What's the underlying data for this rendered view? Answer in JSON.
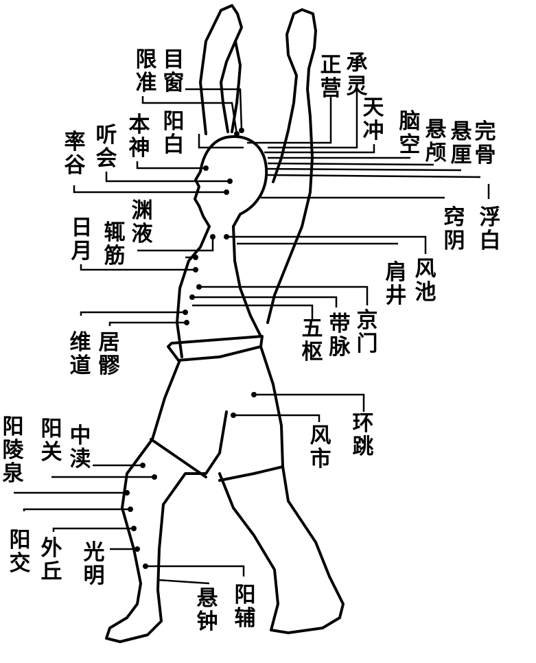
{
  "figure": {
    "ink_color": "#000000",
    "paper_color": "#ffffff"
  },
  "acupoints": [
    {
      "id": "mu-chuang",
      "text": "目窗"
    },
    {
      "id": "xian-zhun",
      "text": "限准"
    },
    {
      "id": "cheng-ling",
      "text": "承灵"
    },
    {
      "id": "zheng-ying",
      "text": "正营"
    },
    {
      "id": "yang-bai",
      "text": "阳白"
    },
    {
      "id": "ben-shen",
      "text": "本神"
    },
    {
      "id": "tian-chong",
      "text": "天冲"
    },
    {
      "id": "nao-kong",
      "text": "脑空"
    },
    {
      "id": "xuan-lu",
      "text": "悬颅"
    },
    {
      "id": "xuan-li",
      "text": "悬厘"
    },
    {
      "id": "wan-gu",
      "text": "完骨"
    },
    {
      "id": "ting-hui",
      "text": "听会"
    },
    {
      "id": "shuai-gu",
      "text": "率谷"
    },
    {
      "id": "yuan-ye",
      "text": "渊液"
    },
    {
      "id": "qiao-yin",
      "text": "窍阴"
    },
    {
      "id": "fu-bai",
      "text": "浮白"
    },
    {
      "id": "ri-yue",
      "text": "日月"
    },
    {
      "id": "zhe-jin",
      "text": "辄筋"
    },
    {
      "id": "jian-jing",
      "text": "肩井"
    },
    {
      "id": "feng-chi",
      "text": "风池"
    },
    {
      "id": "wu-shu",
      "text": "五枢"
    },
    {
      "id": "dai-mai",
      "text": "带脉"
    },
    {
      "id": "jing-men",
      "text": "京门"
    },
    {
      "id": "wei-dao",
      "text": "维道"
    },
    {
      "id": "ju-liao",
      "text": "居髎"
    },
    {
      "id": "huan-tiao",
      "text": "环跳"
    },
    {
      "id": "feng-shi",
      "text": "风市"
    },
    {
      "id": "yang-ling-quan",
      "text": "阳陵泉"
    },
    {
      "id": "yang-guan",
      "text": "阳关"
    },
    {
      "id": "zhong-du",
      "text": "中渎"
    },
    {
      "id": "yang-jiao",
      "text": "阳交"
    },
    {
      "id": "wai-qiu",
      "text": "外丘"
    },
    {
      "id": "guang-ming",
      "text": "光明"
    },
    {
      "id": "xuan-zhong",
      "text": "悬钟"
    },
    {
      "id": "yang-fu",
      "text": "阳辅"
    }
  ]
}
